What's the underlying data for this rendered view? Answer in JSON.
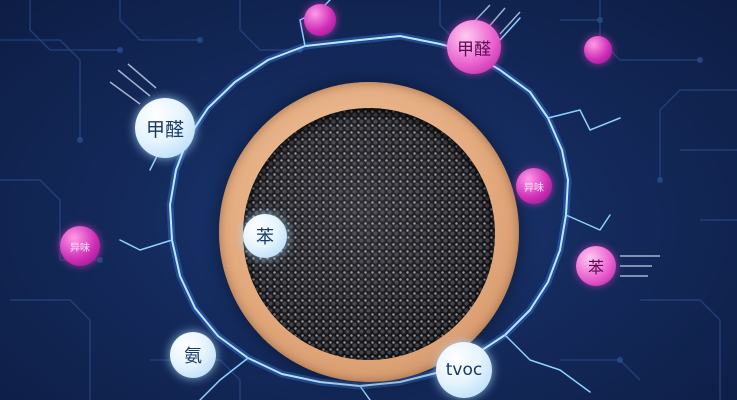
{
  "image": {
    "subject": "wooden bowl of black activated-carbon beads surrounded by an electric ring and pollutant molecules",
    "colors": {
      "background": "#142a5c",
      "circuit": "#2b4d8c",
      "lightning": "#5fb8ff",
      "bowl": "#e3aa7e",
      "beads": "#151519",
      "molecule_blue": "#e6f4ff",
      "molecule_pink": "#d030b8"
    }
  },
  "labels": {
    "formaldehyde_left": "甲醛",
    "formaldehyde_top": "甲醛",
    "benzene_center": "苯",
    "benzene_right": "苯",
    "ammonia": "氨",
    "tvoc": "tvoc",
    "odor_right": "异味",
    "odor_left": "异味"
  }
}
